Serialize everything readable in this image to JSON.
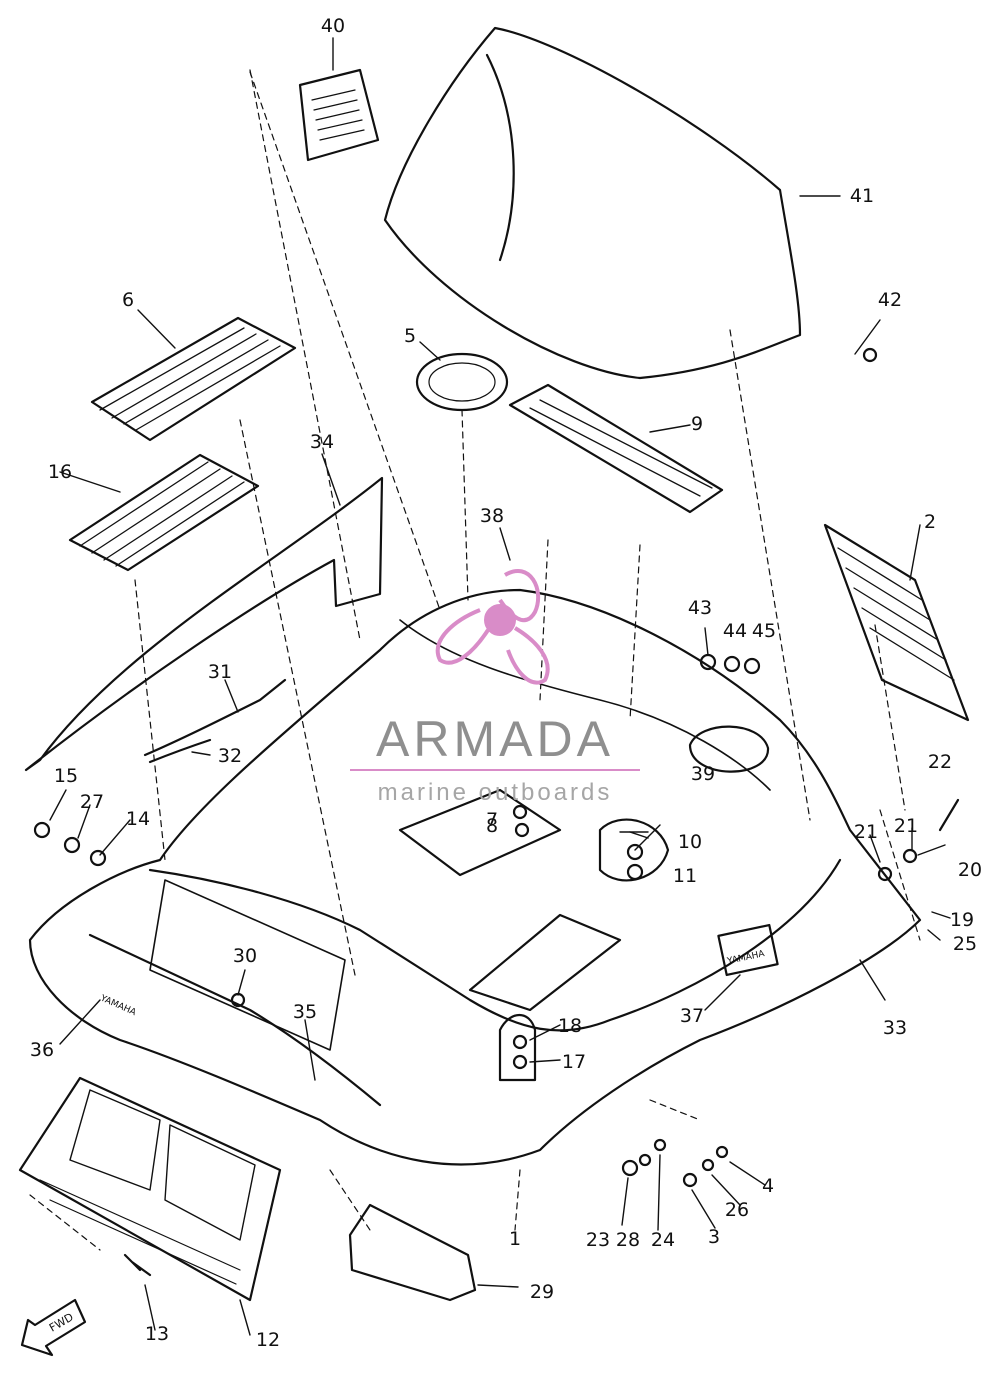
{
  "diagram": {
    "part_numbers": [
      "1",
      "2",
      "3",
      "4",
      "5",
      "6",
      "7",
      "8",
      "9",
      "10",
      "11",
      "12",
      "13",
      "14",
      "15",
      "16",
      "17",
      "18",
      "19",
      "20",
      "21",
      "21",
      "22",
      "23",
      "24",
      "25",
      "26",
      "27",
      "28",
      "29",
      "30",
      "31",
      "32",
      "33",
      "34",
      "35",
      "36",
      "37",
      "38",
      "39",
      "40",
      "41",
      "42",
      "43",
      "44",
      "45"
    ],
    "badge_text": "YAMAHA",
    "fwd_text": "FWD"
  },
  "watermark": {
    "brand": "ARMADA",
    "tagline": "marine outboards",
    "accent_color": "#d98cc8",
    "text_color": "#8f8f8f"
  },
  "colors": {
    "ink": "#111111",
    "paper": "#ffffff"
  }
}
